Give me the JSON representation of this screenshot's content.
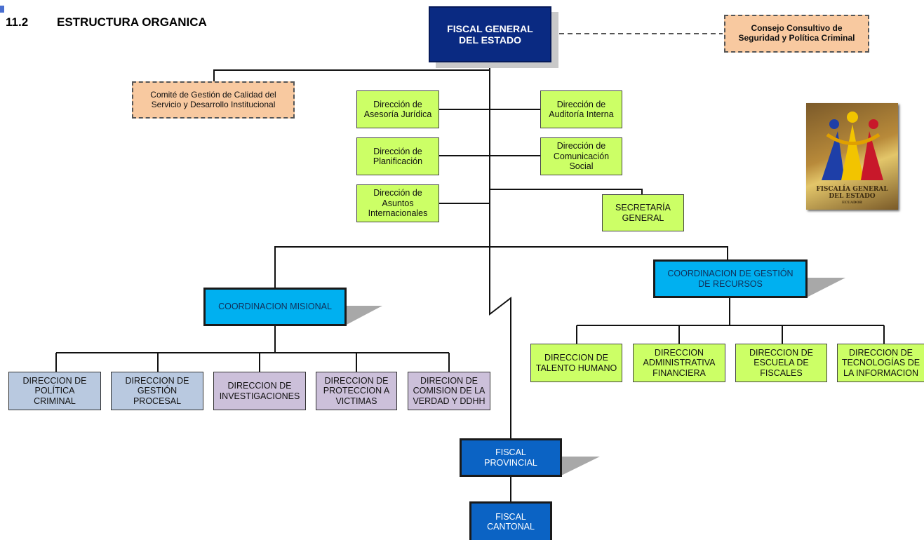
{
  "heading": {
    "number": "11.2",
    "title": "ESTRUCTURA ORGANICA"
  },
  "top": {
    "fiscal_general": [
      "FISCAL GENERAL",
      "DEL ESTADO"
    ],
    "consejo": [
      "Consejo Consultivo de",
      "Seguridad y Política Criminal"
    ],
    "comite": [
      "Comité de Gestión de Calidad del",
      "Servicio y Desarrollo Institucional"
    ]
  },
  "direcciones_apoyo": {
    "asesoria": [
      "Dirección de",
      "Asesoría Jurídica"
    ],
    "auditoria": [
      "Dirección de",
      "Auditoría Interna"
    ],
    "planificacion": [
      "Dirección de",
      "Planificación"
    ],
    "comunicacion": [
      "Dirección de",
      "Comunicación",
      "Social"
    ],
    "asuntos": [
      "Dirección de",
      "Asuntos",
      "Internacionales"
    ],
    "secretaria": [
      "SECRETARÍA",
      "GENERAL"
    ]
  },
  "coordinaciones": {
    "misional": "COORDINACION MISIONAL",
    "recursos": [
      "COORDINACION DE GESTIÓN",
      "DE RECURSOS"
    ]
  },
  "misional_units": [
    [
      "DIRECCION DE",
      "POLÍTICA",
      "CRIMINAL"
    ],
    [
      "DIRECCION DE",
      "GESTIÓN",
      "PROCESAL"
    ],
    [
      "DIRECCION DE",
      "INVESTIGACIONES"
    ],
    [
      "DIRECCION DE",
      "PROTECCION A",
      "VICTIMAS"
    ],
    [
      "DIRECION DE",
      "COMISION DE LA",
      "VERDAD Y DDHH"
    ]
  ],
  "recursos_units": [
    [
      "DIRECCION DE",
      "TALENTO HUMANO"
    ],
    [
      "DIRECCION",
      "ADMINISTRATIVA",
      "FINANCIERA"
    ],
    [
      "DIRECCION DE",
      "ESCUELA DE",
      "FISCALES"
    ],
    [
      "DIRECCION DE",
      "TECNOLOGÍAS DE",
      "LA INFORMACION"
    ]
  ],
  "territorial": {
    "provincial": [
      "FISCAL",
      "PROVINCIAL"
    ],
    "cantonal": [
      "FISCAL",
      "CANTONAL"
    ]
  },
  "logo": {
    "line1": "FISCALÍA GENERAL",
    "line2": "DEL ESTADO",
    "line3": "ECUADOR"
  },
  "colors": {
    "navy": "#0a2a82",
    "green": "#ccff66",
    "peach": "#f8c9a0",
    "cyan": "#00b0f0",
    "blue_grey": "#b9c9e0",
    "lilac": "#ccc0da",
    "dark_blue": "#0b63c4"
  }
}
